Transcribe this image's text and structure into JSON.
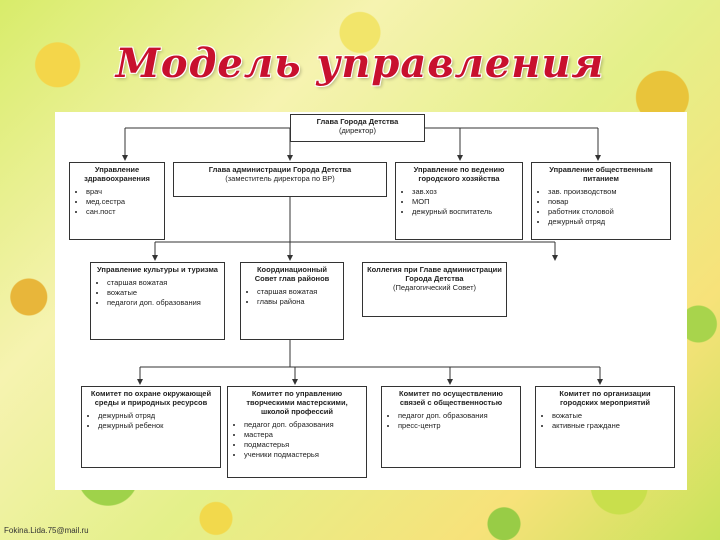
{
  "title": "Модель управления",
  "footer": "Fokina.Lida.75@mail.ru",
  "boxes": {
    "director": {
      "head": "Глава Города Детства",
      "sub": "(директор)"
    },
    "health": {
      "head": "Управление здравоохранения",
      "items": [
        "врач",
        "мед.сестра",
        "сан.пост"
      ]
    },
    "admin": {
      "head": "Глава администрации Города Детства",
      "sub": "(заместитель директора по ВР)"
    },
    "city": {
      "head": "Управление по ведению городского хозяйства",
      "items": [
        "зав.хоз",
        "МОП",
        "дежурный воспитатель"
      ]
    },
    "food": {
      "head": "Управление общественным питанием",
      "items": [
        "зав. производством",
        "повар",
        "работник столовой",
        "дежурный отряд"
      ]
    },
    "culture": {
      "head": "Управление культуры и туризма",
      "items": [
        "старшая вожатая",
        "вожатые",
        "педагоги доп. образования"
      ]
    },
    "coord": {
      "head": "Координационный Совет глав районов",
      "items": [
        "старшая вожатая",
        "главы района"
      ]
    },
    "college": {
      "head": "Коллегия при Главе администрации Города Детства",
      "sub": "(Педагогический Совет)"
    },
    "eco": {
      "head": "Комитет по охране окружающей среды и природных ресурсов",
      "items": [
        "дежурный отряд",
        "дежурный ребенок"
      ]
    },
    "creative": {
      "head": "Комитет по управлению творческими мастерскими, школой профессий",
      "items": [
        "педагог доп. образования",
        "мастера",
        "подмастерья",
        "ученики подмастерья"
      ]
    },
    "public": {
      "head": "Комитет по осуществлению связей с общественностью",
      "items": [
        "педагог доп. образования",
        "пресс-центр"
      ]
    },
    "events": {
      "head": "Комитет по организации городских мероприятий",
      "items": [
        "вожатые",
        "активные граждане"
      ]
    }
  }
}
